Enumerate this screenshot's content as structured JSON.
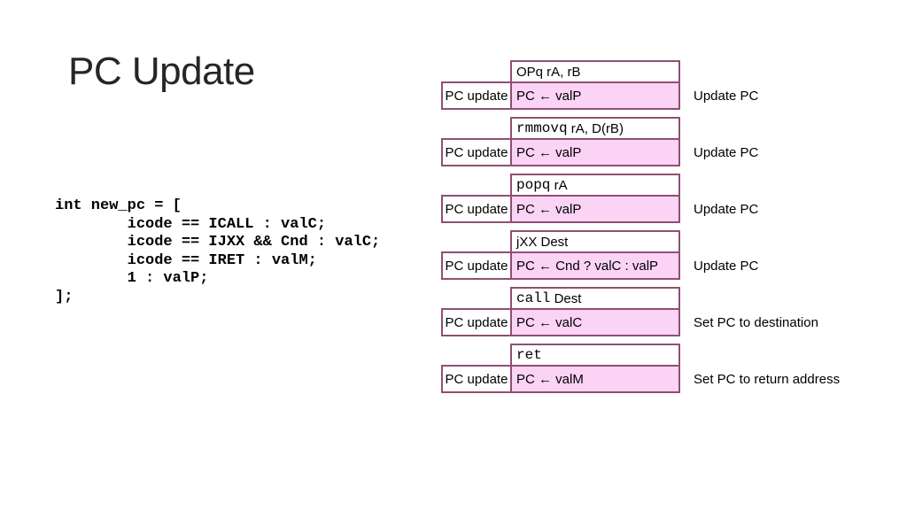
{
  "slide": {
    "title": "PC Update"
  },
  "labels": {
    "stage": "PC update"
  },
  "code": {
    "lines": [
      "int new_pc = [",
      "        icode == ICALL : valC;",
      "        icode == IJXX && Cnd : valC;",
      "        icode == IRET : valM;",
      "        1 : valP;",
      "];"
    ]
  },
  "instructions": [
    {
      "mnemonic": "OPq",
      "operands": " rA, rB",
      "action": "PC ← valP",
      "description": "Update PC"
    },
    {
      "mnemonic": "rmmovq",
      "operands": " rA, D(rB)",
      "action": "PC ← valP",
      "description": "Update PC"
    },
    {
      "mnemonic": "popq",
      "operands": " rA",
      "action": "PC ← valP",
      "description": "Update PC"
    },
    {
      "mnemonic": "jXX",
      "operands": " Dest",
      "action": "PC ← Cnd ? valC : valP",
      "description": "Update PC"
    },
    {
      "mnemonic": "call",
      "operands": " Dest",
      "action": "PC ← valC",
      "description": "Set PC to destination"
    },
    {
      "mnemonic": "ret",
      "operands": "",
      "action": "PC ← valM",
      "description": "Set PC to return address"
    }
  ],
  "colors": {
    "box_border": "#8F4F74",
    "action_fill": "#FBD3F5",
    "title_text": "#262626",
    "background": "#FFFFFF"
  }
}
